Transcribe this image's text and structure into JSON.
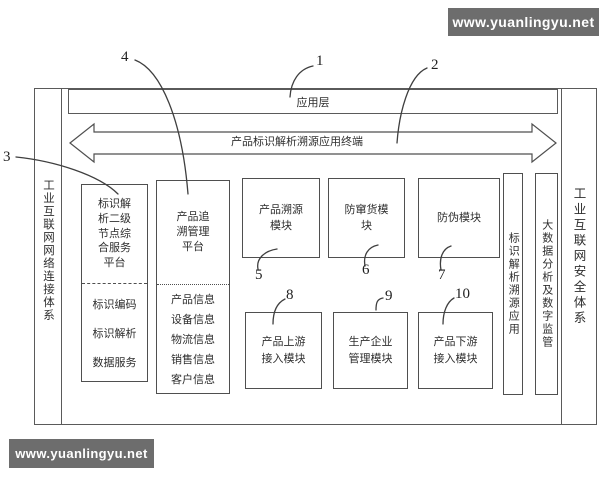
{
  "watermark": {
    "text": "www.yuanlingyu.net",
    "bg_color": "#6d6d6d",
    "text_color": "#ffffff"
  },
  "figure": {
    "app_layer": "应用层",
    "terminal_arrow": "产品标识解析溯源应用终端",
    "left_system": "工业互联网网络连接体系",
    "right_system": "工业互联网安全体系",
    "node_platform": {
      "title": "标识解析二级节点综合服务平台",
      "services": [
        "标识编码",
        "标识解析",
        "数据服务"
      ]
    },
    "trace_platform": {
      "title": "产品追溯管理平台",
      "items": [
        "产品信息",
        "设备信息",
        "物流信息",
        "销售信息",
        "客户信息"
      ]
    },
    "modules_row1": [
      "产品溯源模块",
      "防窜货模块",
      "防伪模块"
    ],
    "modules_row2": [
      "产品上游接入模块",
      "生产企业管理模块",
      "产品下游接入模块"
    ],
    "vertical_modules": [
      "标识解析溯源应用",
      "大数据分析及数字监管"
    ],
    "ref_labels": [
      "1",
      "2",
      "3",
      "4",
      "5",
      "6",
      "7",
      "8",
      "9",
      "10"
    ],
    "line_color": "#4f4f4f"
  }
}
